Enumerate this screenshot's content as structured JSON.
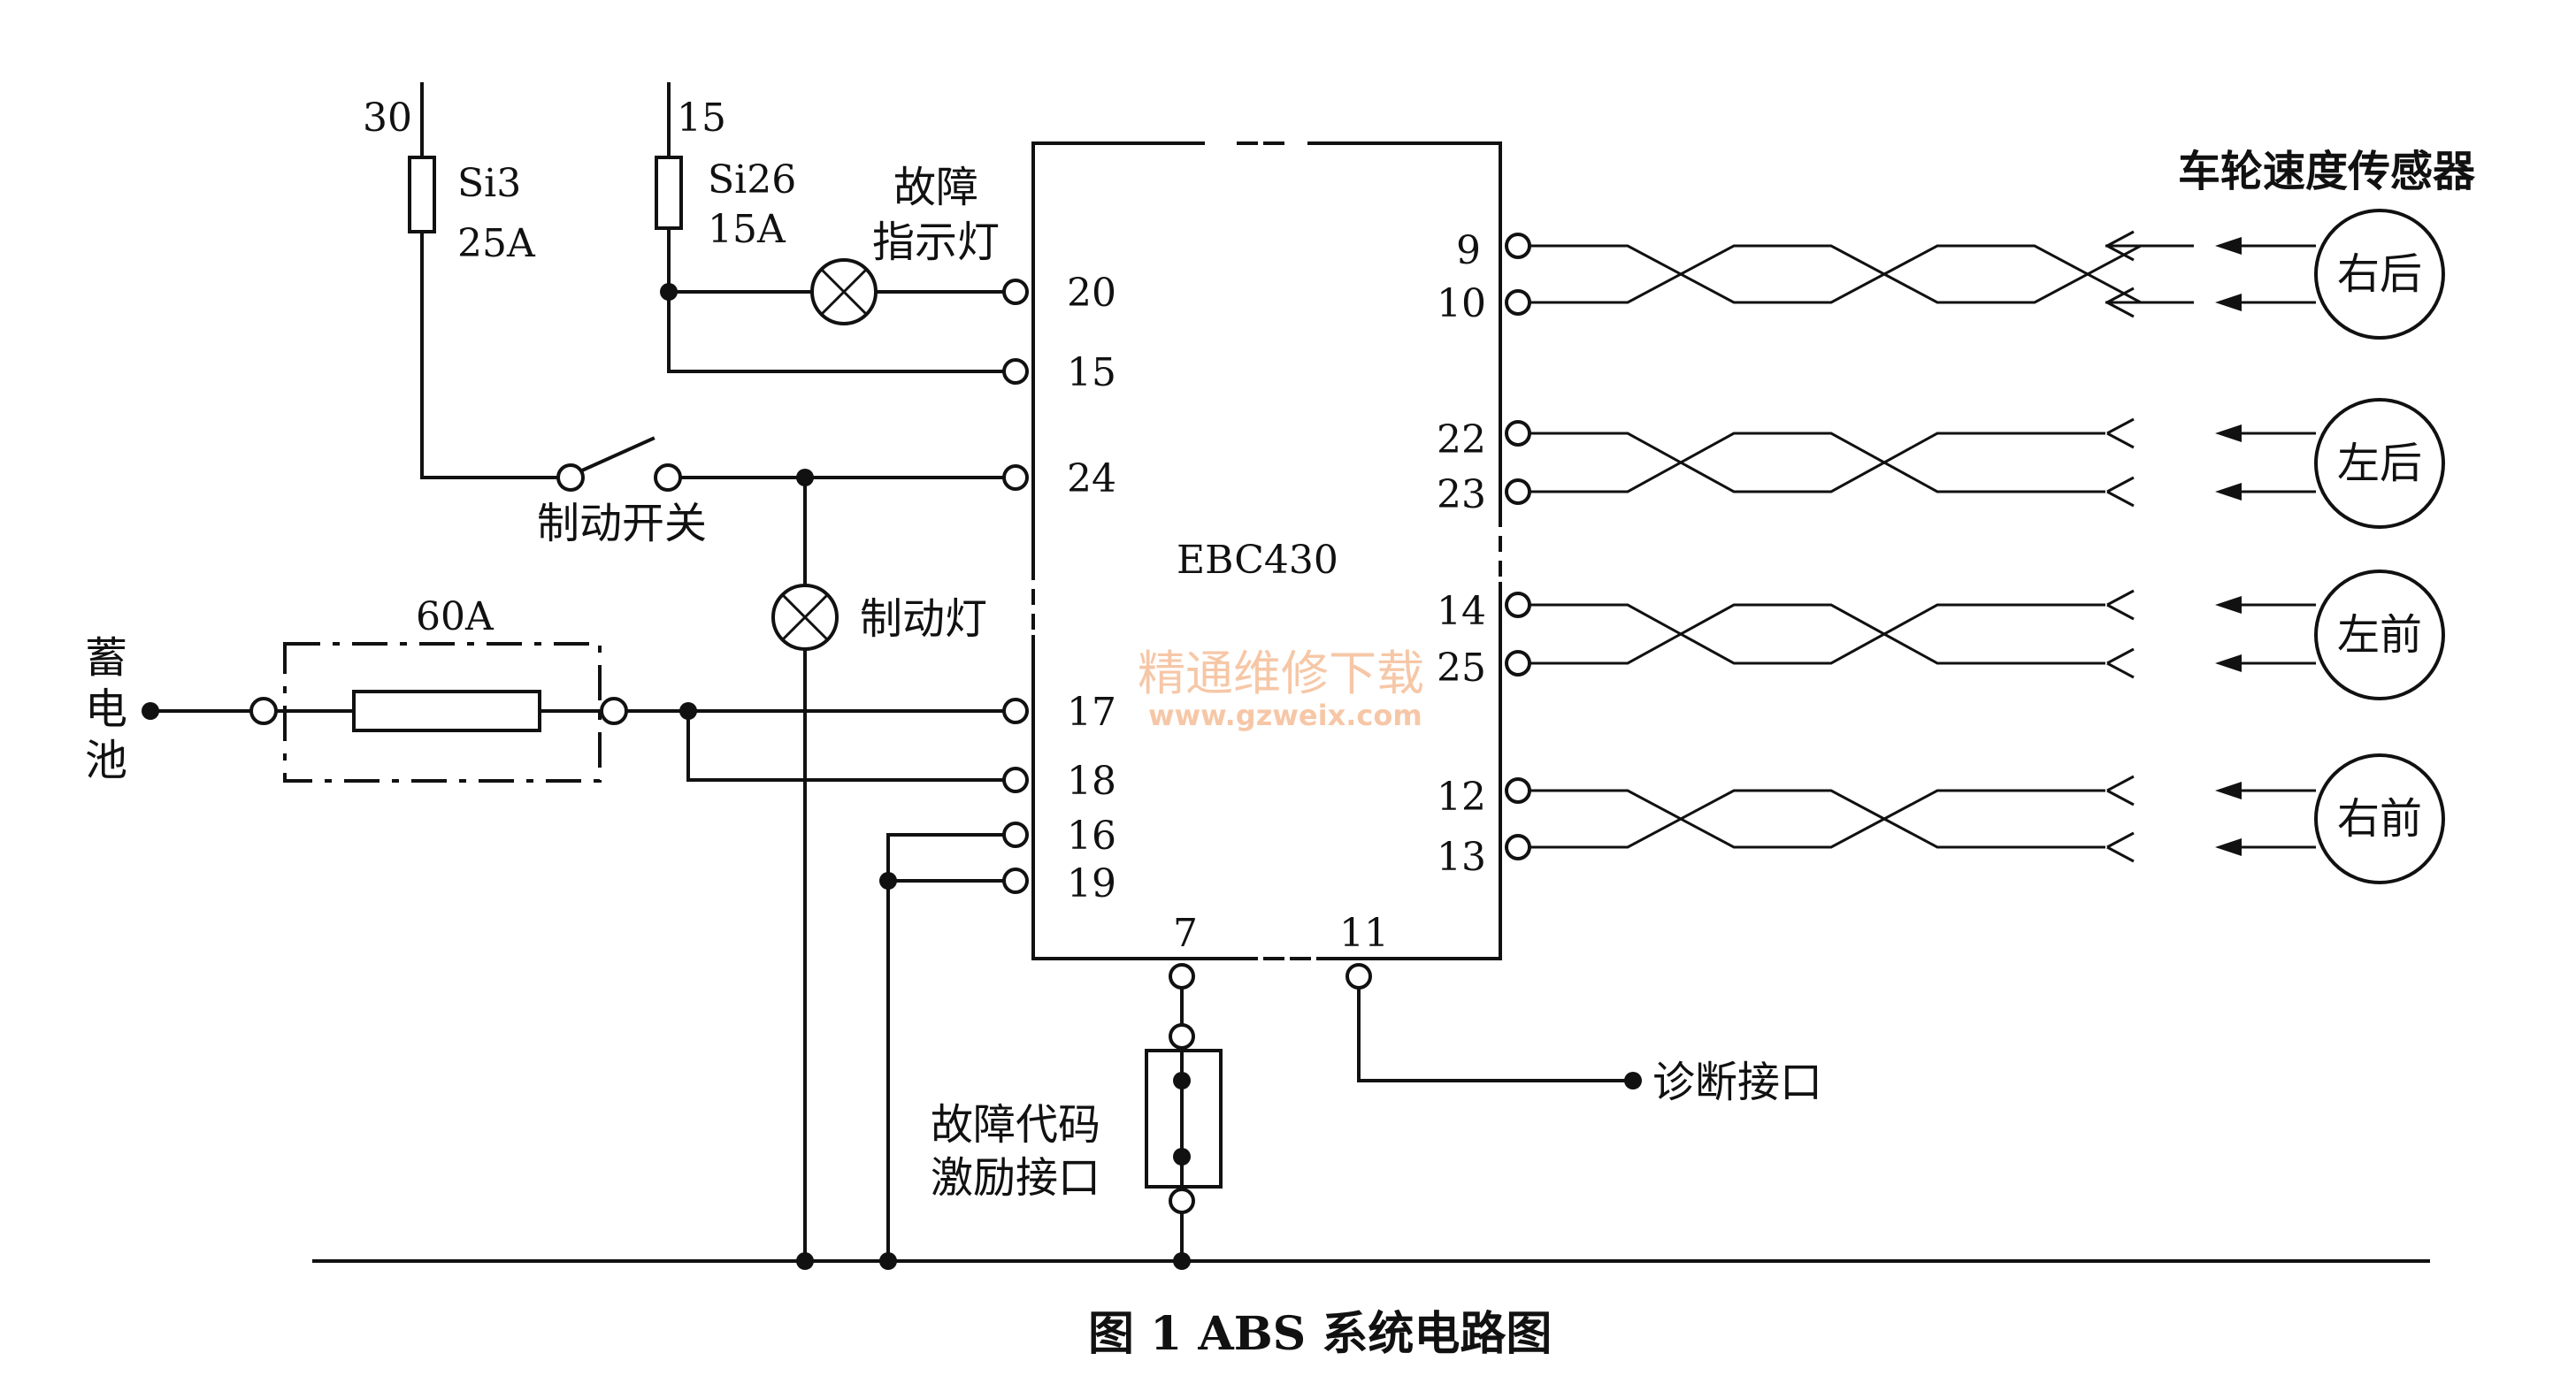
{
  "supply": {
    "terminal_30": "30",
    "fuse_si3_name": "Si3",
    "fuse_si3_rating": "25A",
    "terminal_15": "15",
    "fuse_si26_name": "Si26",
    "fuse_si26_rating": "15A",
    "battery": [
      "蓄",
      "电",
      "池"
    ],
    "main_fuse_rating": "60A"
  },
  "components": {
    "fault_lamp": [
      "故障",
      "指示灯"
    ],
    "brake_switch": "制动开关",
    "brake_lamp": "制动灯",
    "fault_code_port": [
      "故障代码",
      "激励接口"
    ],
    "diag_port": "诊断接口"
  },
  "ecu": {
    "name": "EBC430",
    "left_pins": [
      "20",
      "15",
      "24",
      "17",
      "18",
      "16",
      "19"
    ],
    "bottom_pins": [
      "7",
      "11"
    ],
    "right_pins": [
      "9",
      "10",
      "22",
      "23",
      "14",
      "25",
      "12",
      "13"
    ]
  },
  "sensors": {
    "title": "车轮速度传感器",
    "wheels": [
      "右后",
      "左后",
      "左前",
      "右前"
    ]
  },
  "watermark": {
    "line1": "精通维修下载",
    "line2": "www.gzweix.com"
  },
  "caption": "图 1 ABS 系统电路图"
}
